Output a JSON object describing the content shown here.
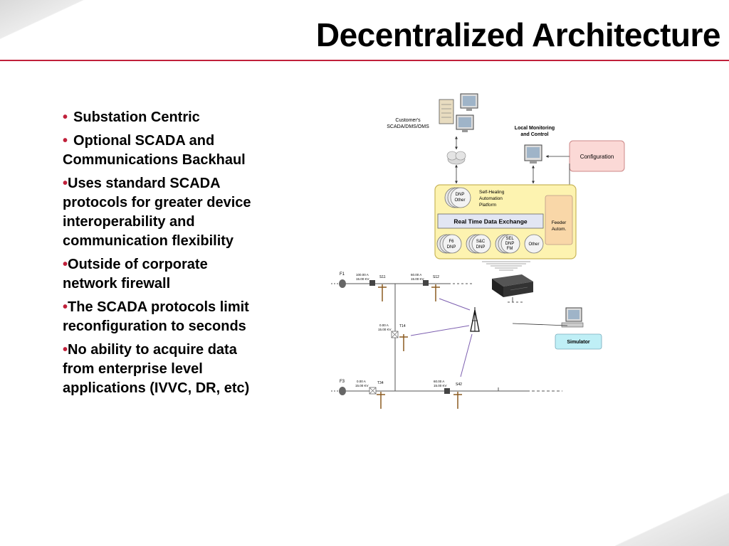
{
  "slide": {
    "title": "Decentralized Architecture",
    "accent_color": "#c0203a",
    "bullets": [
      {
        "text": "Substation Centric",
        "spaced": true
      },
      {
        "text": "Optional SCADA and Communications Backhaul",
        "spaced": true
      },
      {
        "text": "Uses standard SCADA protocols for greater device interoperability and communication flexibility",
        "spaced": false
      },
      {
        "text": "Outside of corporate network firewall",
        "spaced": false
      },
      {
        "text": "The SCADA protocols limit reconfiguration to seconds",
        "spaced": false
      },
      {
        "text": "No ability to acquire data from enterprise level applications (IVVC, DR, etc)",
        "spaced": false
      }
    ]
  },
  "diagram": {
    "customers_label_1": "Customer's",
    "customers_label_2": "SCADA/DMS/OMS",
    "local_monitoring_1": "Local Monitoring",
    "local_monitoring_2": "and Control",
    "configuration": "Configuration",
    "dnp_other_1": "DNP",
    "dnp_other_2": "Other",
    "self_healing_1": "Self-Healing",
    "self_healing_2": "Automation",
    "self_healing_3": "Platform",
    "rtde": "Real Time Data Exchange",
    "feeder_1": "Feeder",
    "feeder_2": "Autom.",
    "f6_1": "F6",
    "f6_2": "DNP",
    "sc_1": "S&C",
    "sc_2": "DNP",
    "sel_1": "SEL",
    "sel_2": "DNP",
    "sel_3": "FM",
    "other": "Other",
    "simulator": "Simulator",
    "f1": "F1",
    "f3": "F3",
    "s11": "S11",
    "s12": "S12",
    "t14": "T14",
    "t34": "T34",
    "s42": "S42",
    "f1_amps": "100.00 A",
    "f1_kv": "15.00 KV",
    "s12_amps": "60.00 A",
    "s12_kv": "15.00 KV",
    "t14_amps": "0.00 A",
    "t14_kv": "15.00 KV",
    "t34_amps": "0.00 A",
    "t34_kv": "15.00 KV",
    "s42_amps": "60.00 A",
    "s42_kv": "15.00 KV",
    "colors": {
      "platform_fill": "#fdf3b0",
      "platform_stroke": "#c9b65a",
      "config_fill": "#fbd9d6",
      "feeder_fill": "#f9d7a8",
      "simulator_fill": "#bfeff6",
      "rtde_fill": "#e2e6f3"
    }
  }
}
